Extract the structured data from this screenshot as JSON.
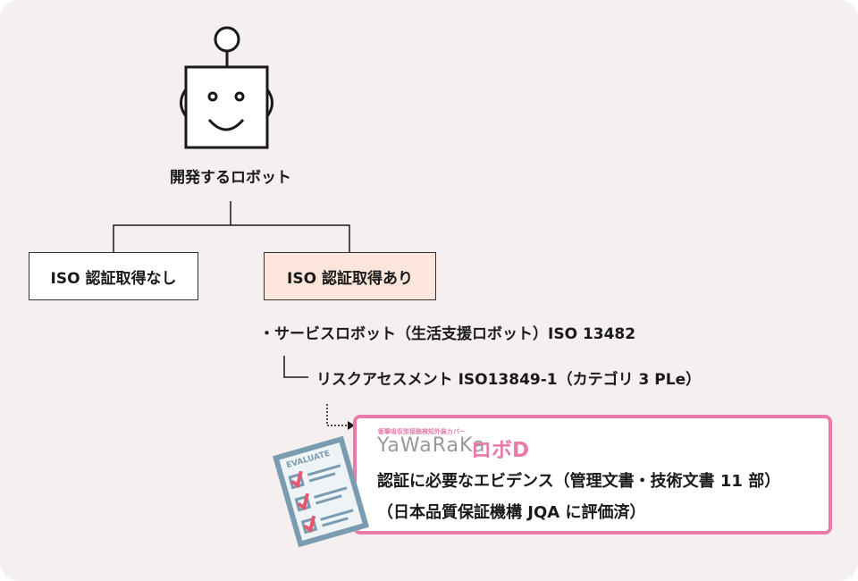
{
  "robot_label": "開発するロボット",
  "branches": {
    "no_iso": "ISO 認証取得なし",
    "with_iso": "ISO 認証取得あり"
  },
  "service_robot": "・サービスロボット（生活支援ロボット）ISO 13482",
  "risk_assessment": "リスクアセスメント ISO13849-1（カテゴリ 3 PLe）",
  "evidence": {
    "logo_tagline": "衝撃吸収型接触検知外装カバー",
    "logo_name": "YaWaRaKa",
    "logo_mark": "ロボD",
    "line1": "認証に必要なエビデンス（管理文書・技術文書 11 部）",
    "line2": "（日本品質保証機構 JQA に評価済）",
    "clipboard_title": "EVALUATE"
  },
  "colors": {
    "background": "#f5efef",
    "pink": "#e97ba9",
    "peach": "#fce6dc",
    "clipboard": "#7a9bb0"
  }
}
